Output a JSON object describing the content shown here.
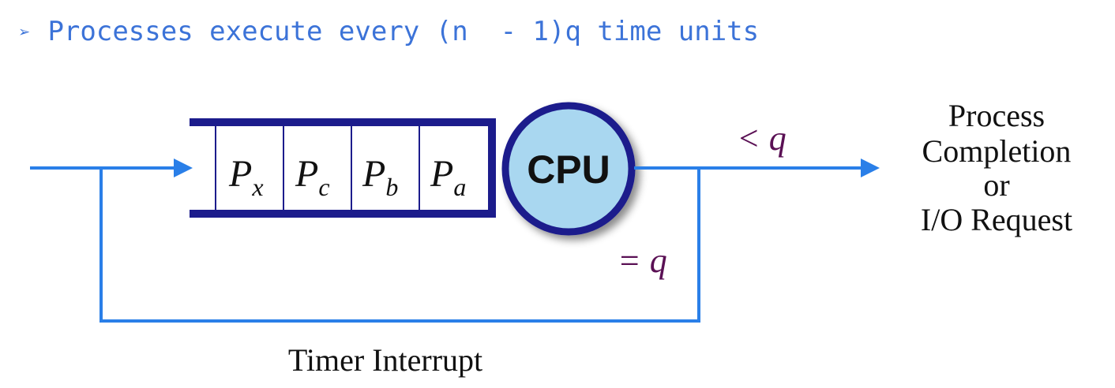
{
  "header": {
    "bullet_symbol": "➢",
    "bullet_text": "Processes execute every (n  - 1)q time units"
  },
  "queue": {
    "cells": [
      {
        "base": "P",
        "sub": "x"
      },
      {
        "base": "P",
        "sub": "c"
      },
      {
        "base": "P",
        "sub": "b"
      },
      {
        "base": "P",
        "sub": "a"
      }
    ]
  },
  "cpu": {
    "label": "CPU"
  },
  "edges": {
    "less_than_label": "< q",
    "equal_label": "= q"
  },
  "outcome": {
    "lines": [
      "Process",
      "Completion",
      "or",
      "I/O Request"
    ]
  },
  "feedback": {
    "label": "Timer Interrupt"
  },
  "colors": {
    "line_blue": "#2a7fe8",
    "queue_navy": "#1c1c8c",
    "cpu_fill": "#a9d7f0",
    "label_purple": "#5a1054",
    "bullet_blue": "#3c73d8",
    "text_black": "#111111"
  },
  "icons": {
    "arrowhead": "arrow-right-icon",
    "bullet": "bullet-arrow-icon"
  }
}
